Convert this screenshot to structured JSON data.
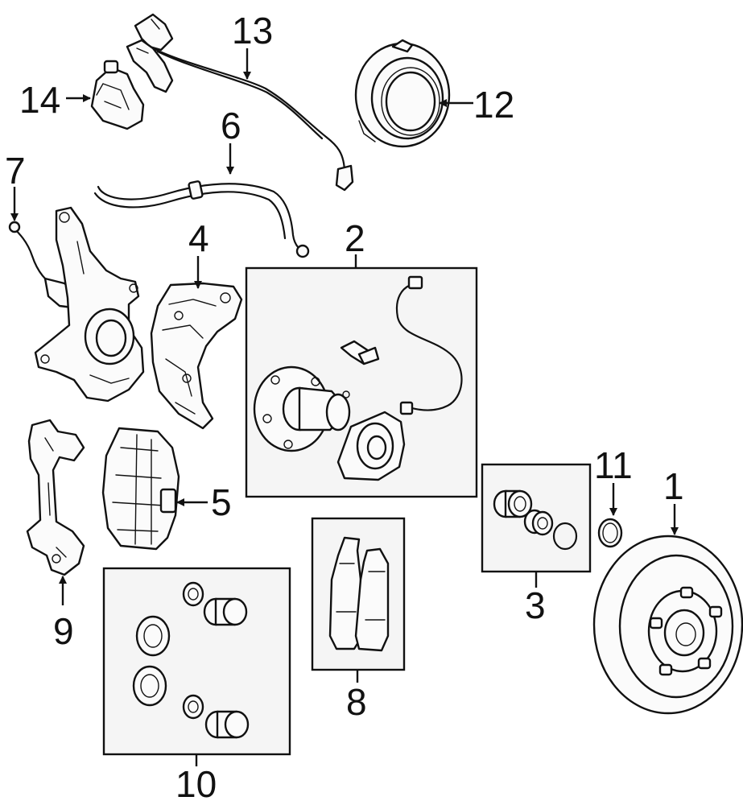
{
  "diagram": {
    "callouts": {
      "c1": "1",
      "c2": "2",
      "c3": "3",
      "c4": "4",
      "c5": "5",
      "c6": "6",
      "c7": "7",
      "c8": "8",
      "c9": "9",
      "c10": "10",
      "c11": "11",
      "c12": "12",
      "c13": "13",
      "c14": "14"
    },
    "line_color": "#111111",
    "background": "#ffffff"
  }
}
